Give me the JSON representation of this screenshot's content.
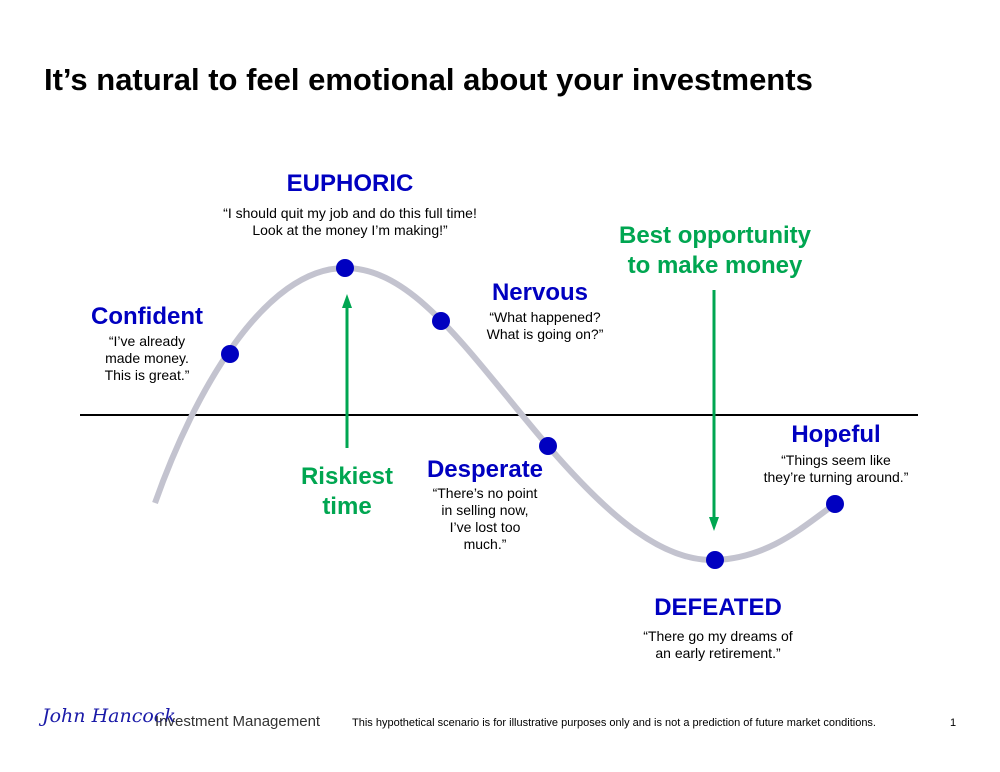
{
  "title": "It’s natural to feel emotional about your investments",
  "colors": {
    "blue": "#0000c0",
    "green": "#00a651",
    "curve": "#c3c3cf"
  },
  "stages": {
    "confident": {
      "label": "Confident",
      "quote": "“I’ve already\nmade money.\nThis is great.”"
    },
    "euphoric": {
      "label": "EUPHORIC",
      "quote": "“I should quit my job and do this full time!\nLook at the money I’m making!”"
    },
    "nervous": {
      "label": "Nervous",
      "quote": "“What happened?\nWhat is going on?”"
    },
    "desperate": {
      "label": "Desperate",
      "quote": "“There’s no point\nin selling now,\nI’ve lost too\nmuch.”"
    },
    "defeated": {
      "label": "DEFEATED",
      "quote": "“There go my dreams of\nan early retirement.”"
    },
    "hopeful": {
      "label": "Hopeful",
      "quote": "“Things seem like\nthey’re turning around.”"
    }
  },
  "annotations": {
    "riskiest": "Riskiest\ntime",
    "best": "Best opportunity\nto make money"
  },
  "footer": {
    "logo": "John Hancock",
    "brand_suffix": "Investment Management",
    "disclaimer": "This hypothetical scenario is for illustrative purposes only and is not a prediction of future market conditions.",
    "page_number": "1"
  }
}
